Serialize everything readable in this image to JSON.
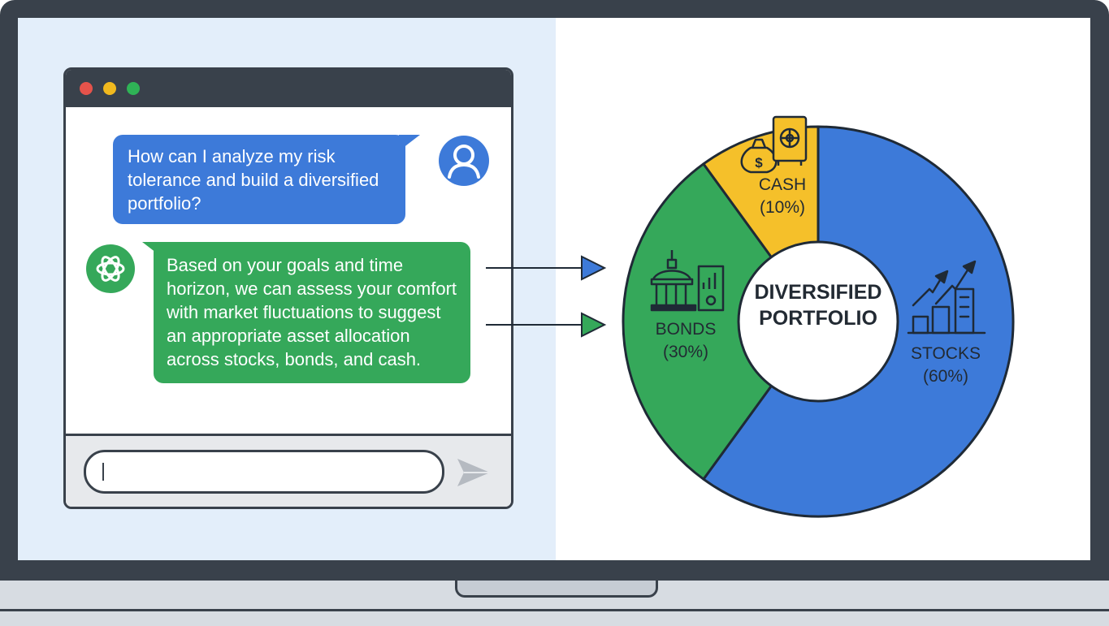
{
  "chat": {
    "user_message": "How can I analyze my risk tolerance and build a diversified portfolio?",
    "assistant_message": "Based on your goals and time horizon, we can assess your comfort with market fluctuations to suggest an appropriate asset allocation across stocks, bonds, and cash.",
    "input_value": ""
  },
  "chart_data": {
    "type": "pie",
    "title": "DIVERSIFIED PORTFOLIO",
    "title_lines": [
      "DIVERSIFIED",
      "PORTFOLIO"
    ],
    "categories": [
      "STOCKS",
      "BONDS",
      "CASH"
    ],
    "values": [
      60,
      30,
      10
    ],
    "value_labels": [
      "(60%)",
      "(30%)",
      "(10%)"
    ],
    "colors": [
      "#3d7ad9",
      "#35a85a",
      "#f5c02a"
    ],
    "icons": [
      "growth-arrows-buildings-icon",
      "bank-building-document-icon",
      "money-bag-safe-icon"
    ]
  },
  "colors": {
    "frame": "#39414b",
    "user_bubble": "#3d7ad9",
    "assistant_bubble": "#35a85a",
    "left_panel": "#e3eefa"
  }
}
